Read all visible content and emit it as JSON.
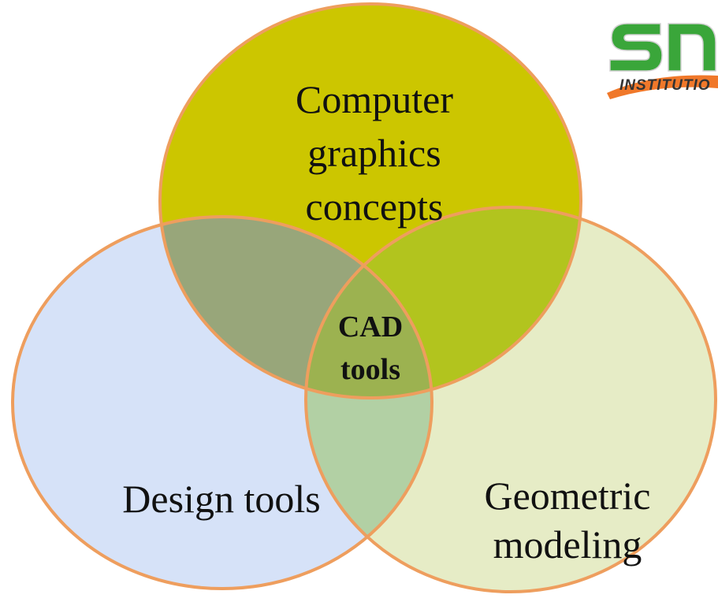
{
  "diagram": {
    "sets": {
      "top": {
        "label_lines": [
          "Computer",
          "graphics",
          "concepts"
        ],
        "color": "#ccc600"
      },
      "left": {
        "label_lines": [
          "Design tools"
        ],
        "color": "#d6e2f8"
      },
      "right": {
        "label_lines": [
          "Geometric",
          "modeling"
        ],
        "color": "#e6ecc6"
      }
    },
    "center": {
      "label_lines": [
        "CAD",
        "tools"
      ]
    },
    "outline_color": "#ee9e5e"
  },
  "logo": {
    "letters": "sn",
    "word": "INSTITUTIO",
    "green": "#3aa63a",
    "orange": "#f0782a"
  }
}
